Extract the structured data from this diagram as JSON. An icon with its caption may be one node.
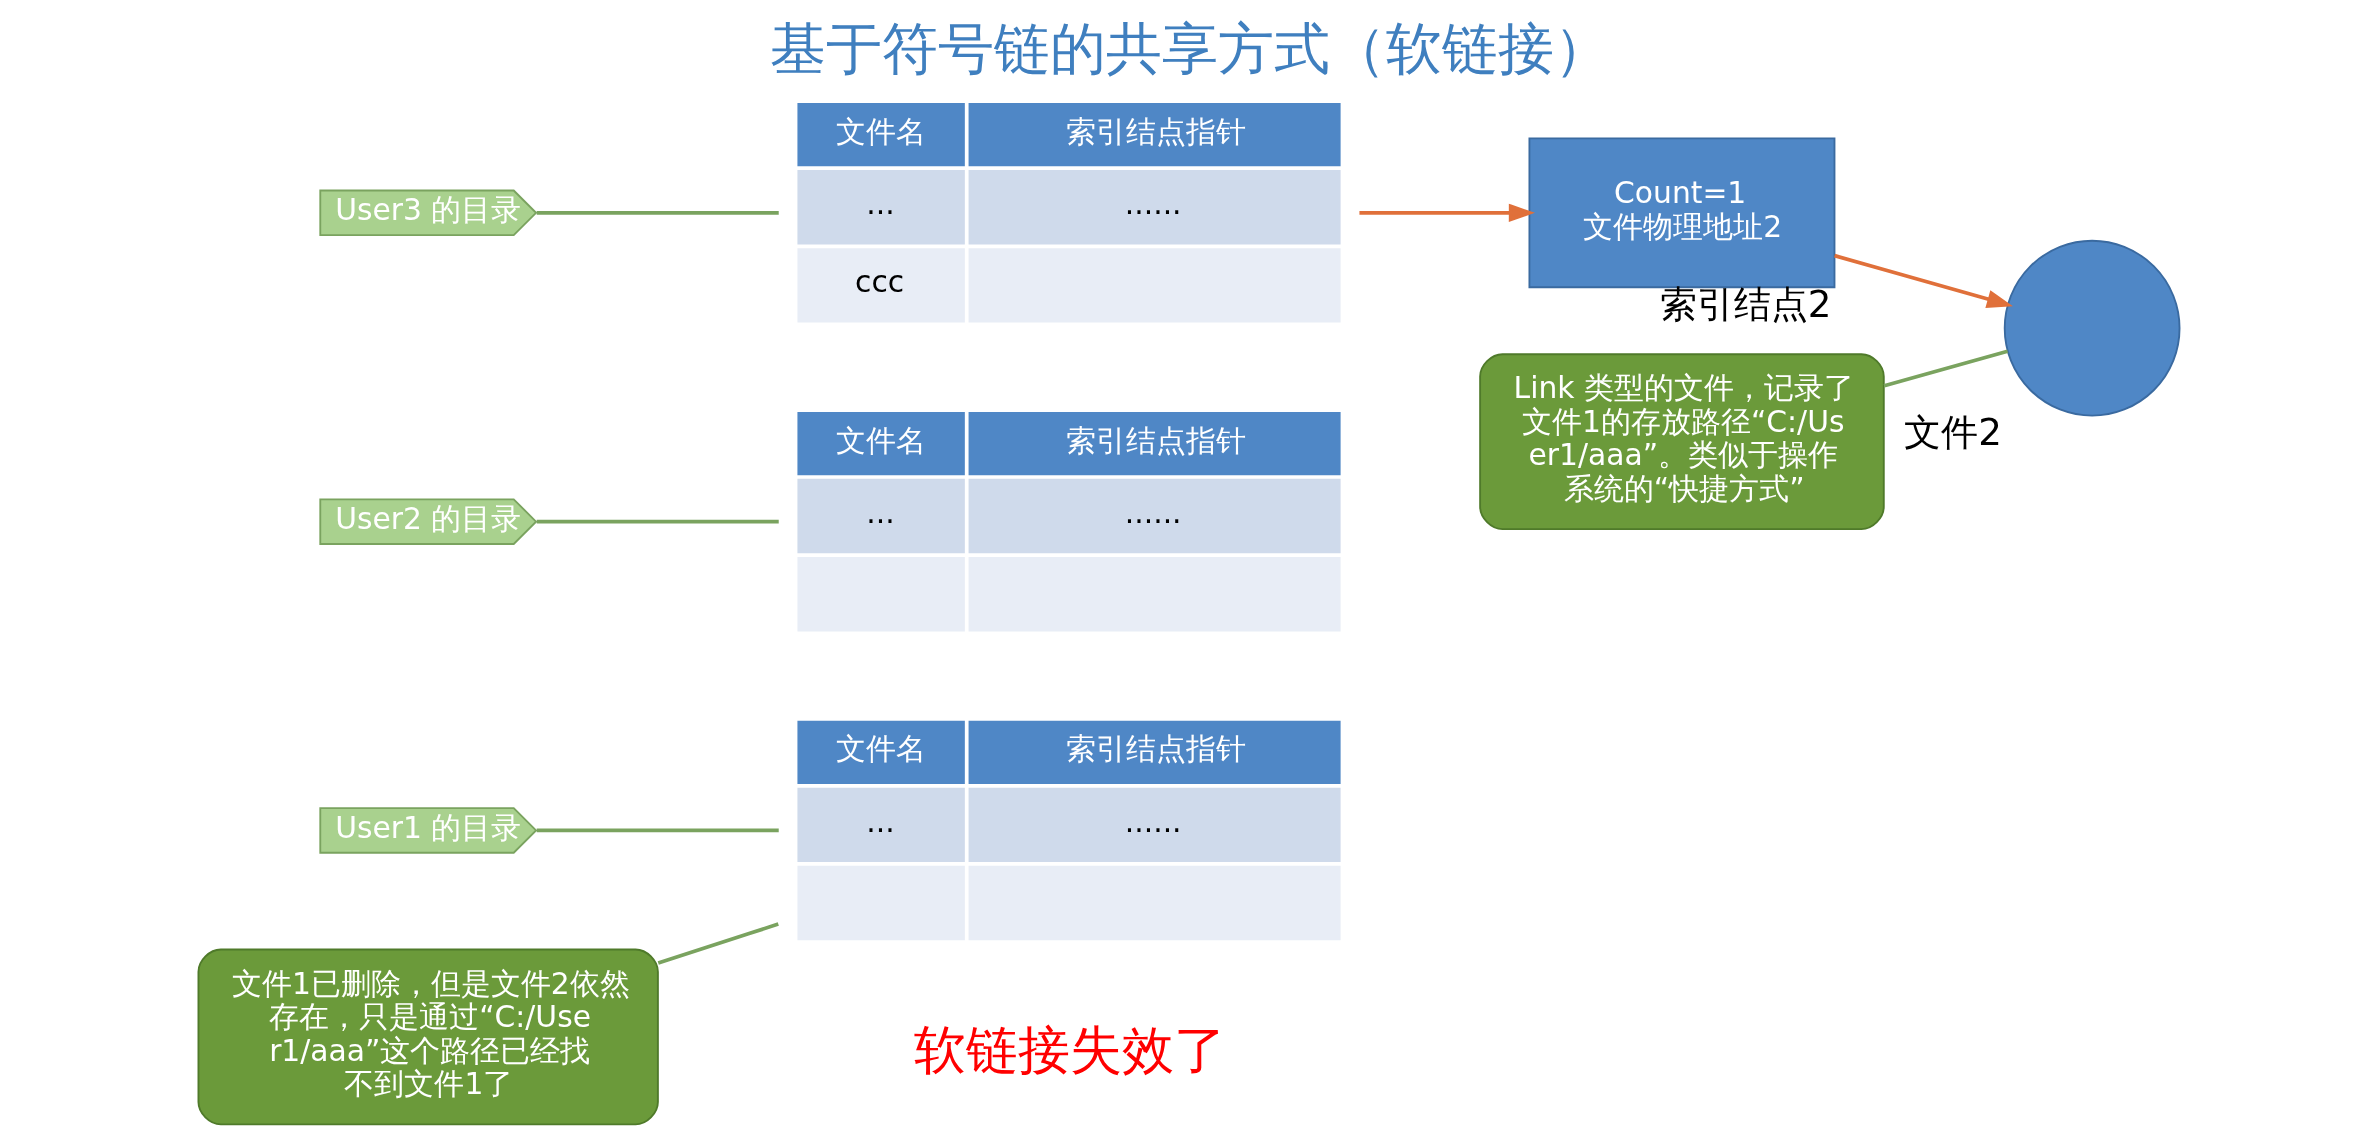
{
  "diagram": {
    "title": "基于符号链的共享方式（软链接）",
    "nodes": [
      {
        "text": [
          "User1 的目录"
        ]
      },
      {
        "text": [
          "文件名",
          "索引结点指针",
          "...",
          "......"
        ]
      },
      {
        "text": [
          "文件1已删除，但是文件2依然存在，只是通过“C:/User1/aaa”这个路径已经找不到文件1了"
        ]
      },
      {
        "text": [
          "User2 的目录"
        ]
      },
      {
        "text": [
          "文件名",
          "索引结点指针",
          "...",
          "......"
        ]
      },
      {
        "text": [
          "User3 的目录"
        ]
      },
      {
        "text": [
          "文件名",
          "索引结点指针",
          "...",
          "......",
          "ccc"
        ]
      },
      {
        "text": [
          "Count=1",
          "文件物理地址2"
        ],
        "beside": [
          "索引结点2"
        ]
      },
      {
        "text": [
          "Link 类型的文件，记录了文件1的存放路径“C:/User1/aaa”。类似于操作系统的“快捷方式”"
        ]
      },
      {
        "text": [],
        "shape": "circle",
        "beside": [
          "文件2"
        ]
      }
    ],
    "edges": [
      {
        "from": 0,
        "to": 1,
        "arrow": "none"
      },
      {
        "from": 2,
        "to": 1,
        "arrow": "none"
      },
      {
        "from": 3,
        "to": 4,
        "arrow": "none"
      },
      {
        "from": 5,
        "to": 6,
        "arrow": "none"
      },
      {
        "from": 6,
        "to": 7,
        "arrow": "to",
        "color": "#e0703a"
      },
      {
        "from": 7,
        "to": 9,
        "arrow": "to",
        "color": "#e0703a"
      },
      {
        "from": 8,
        "to": 9,
        "arrow": "none"
      }
    ],
    "labels": [
      "软链接失效了"
    ]
  }
}
